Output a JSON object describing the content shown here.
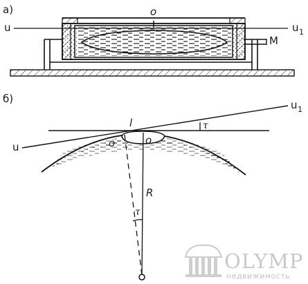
{
  "panel_a": {
    "caption": "а)",
    "label_left_axis": "u",
    "label_right_axis": "u",
    "label_right_axis_sub": "1",
    "label_center": "o",
    "label_screw": "M"
  },
  "panel_b": {
    "caption": "б)",
    "label_tangent_u1": "u",
    "label_tangent_u1_sub": "1",
    "label_u": "u",
    "label_l": "l",
    "label_o_left": "o",
    "label_o_right": "o",
    "label_tau_top": "τ",
    "label_R": "R",
    "label_tau_bottom": "τ"
  },
  "watermark": {
    "brand": "OLYMP",
    "tagline": "недвижимость"
  }
}
